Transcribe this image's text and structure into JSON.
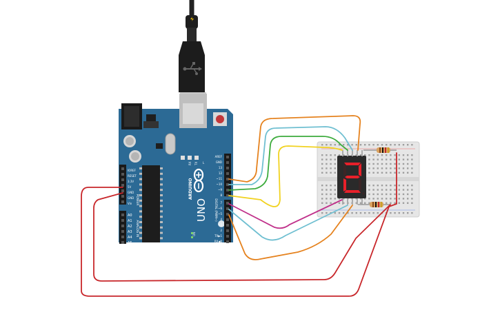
{
  "board": {
    "logo_text": "ARDUINO",
    "model_text": "UNO",
    "on_label": "ON",
    "tx_label": "TX",
    "rx_label": "RX",
    "l_label": "L",
    "power_section_label": "POWER",
    "analog_section_label": "ANALOG IN",
    "digital_section_label": "DIGITAL (PWM~)",
    "power_pins": [
      "IOREF",
      "RESET",
      "3.3V",
      "5V",
      "GND",
      "GND",
      "Vin"
    ],
    "analog_pins": [
      "A0",
      "A1",
      "A2",
      "A3",
      "A4",
      "A5"
    ],
    "digital_pins_top": [
      "AREF",
      "GND",
      "13",
      "12",
      "~11",
      "~10",
      "~9",
      "8"
    ],
    "digital_pins_bottom": [
      "7",
      "~6",
      "~5",
      "4",
      "~3",
      "2",
      "TX▶1",
      "RX◀0"
    ],
    "board_color": "#2c6a95",
    "usb_icon": "usb-icon"
  },
  "display": {
    "digit": "2",
    "segment_on_color": "#e8202a",
    "segment_off_color": "#3a2526",
    "body_color": "#2a2a2a"
  },
  "wires": {
    "orange": "#e5821e",
    "blue": "#6fbfd1",
    "green": "#3cab3c",
    "yellow": "#f1d21f",
    "magenta": "#c0308a",
    "red": "#c8262a"
  }
}
